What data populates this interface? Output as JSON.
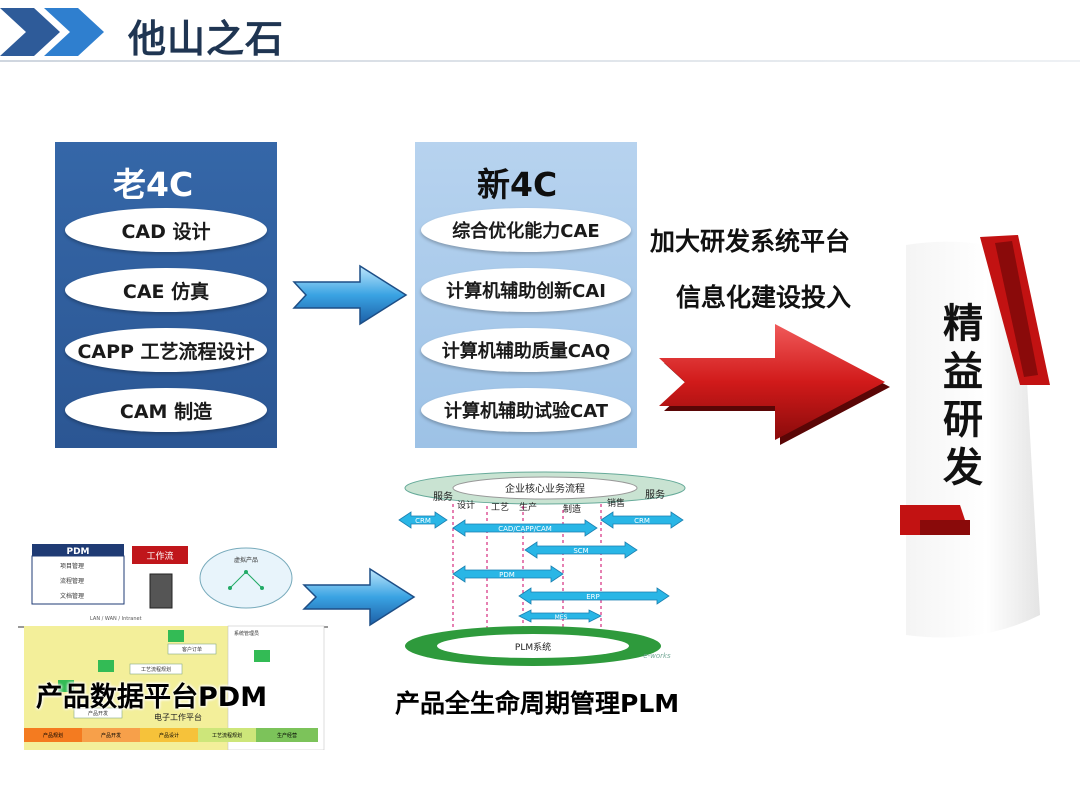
{
  "header": {
    "title": "他山之石"
  },
  "old4c": {
    "title": "老4C",
    "items": [
      "CAD 设计",
      "CAE 仿真",
      "CAPP 工艺流程设计",
      "CAM 制造"
    ]
  },
  "new4c": {
    "title": "新4C",
    "items": [
      "综合优化能力CAE",
      "计算机辅助创新CAI",
      "计算机辅助质量CAQ",
      "计算机辅助试验CAT"
    ]
  },
  "investment": {
    "line1": "加大研发系统平台",
    "line2": "信息化建设投入"
  },
  "lean": {
    "chars": [
      "精",
      "益",
      "研",
      "发"
    ]
  },
  "pdm": {
    "caption": "产品数据平台PDM",
    "header": "PDM",
    "menu": [
      "项目管理",
      "流程管理",
      "文档管理"
    ],
    "workflow": "工作流",
    "virtual_product": "虚拟产品",
    "network": "LAN / WAN / Intranet",
    "system_mgmt": "系统管理员",
    "customer_order": "客户订单",
    "craft_plan": "工艺流程规划",
    "product_dev": "产品开发",
    "platform": "电子工作平台",
    "stages": [
      "产品规划",
      "产品开发",
      "产品设计",
      "工艺流程规划",
      "生产经营"
    ]
  },
  "plm": {
    "caption": "产品全生命周期管理PLM",
    "core": "企业核心业务流程",
    "service_left": "服务",
    "service_right": "服务",
    "stages": [
      "设计",
      "工艺",
      "生产",
      "制造",
      "销售"
    ],
    "bands": [
      "CRM",
      "CAD/CAPP/CAM",
      "CRM",
      "SCM",
      "PDM",
      "ERP",
      "MES"
    ],
    "system": "PLM系统",
    "brand": "e-works"
  },
  "colors": {
    "dark_blue": "#2b5693",
    "light_blue": "#a8c9ea",
    "red": "#d11a1a",
    "cyan": "#29b6e6",
    "green": "#2e9a3c"
  }
}
